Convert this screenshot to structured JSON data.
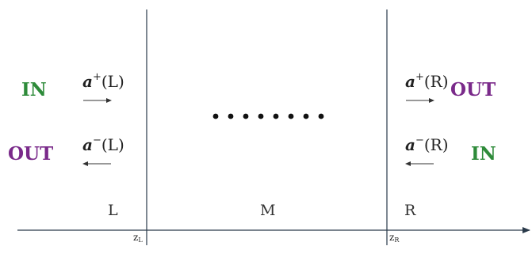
{
  "colors": {
    "in": "#2e8b3a",
    "out": "#7a2a8a",
    "lines": "#2a3a4a",
    "dots": "#111111"
  },
  "left": {
    "in_label": "IN",
    "out_label": "OUT",
    "a_plus": {
      "symbol": "a",
      "sign": "+",
      "arg": "(L)"
    },
    "a_minus": {
      "symbol": "a",
      "sign": "−",
      "arg": "(L)"
    }
  },
  "right": {
    "in_label": "IN",
    "out_label": "OUT",
    "a_plus": {
      "symbol": "a",
      "sign": "+",
      "arg": "(R)"
    },
    "a_minus": {
      "symbol": "a",
      "sign": "−",
      "arg": "(R)"
    }
  },
  "regions": {
    "left": "L",
    "middle": "M",
    "right": "R"
  },
  "interfaces": {
    "left": {
      "base": "z",
      "sub": "L"
    },
    "right": {
      "base": "z",
      "sub": "R"
    }
  },
  "middle_dots": "• • • • • • • •"
}
